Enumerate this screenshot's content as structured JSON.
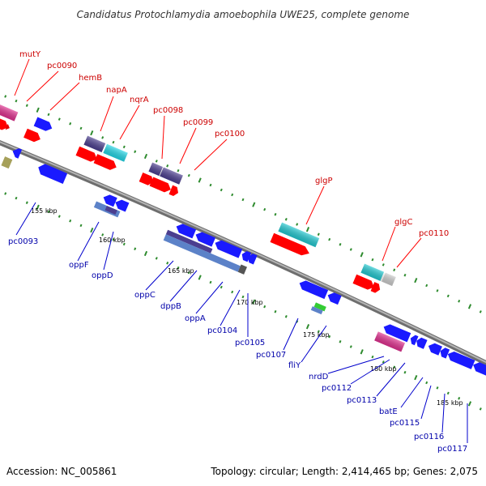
{
  "title": "Candidatus Protochlamydia amoebophila UWE25, complete genome",
  "footer": {
    "accession": "Accession: NC_005861",
    "summary": "Topology: circular; Length: 2,414,465 bp; Genes: 2,075"
  },
  "colors": {
    "backbone": "#8a8a8a",
    "tick": "#2e8b2e",
    "label_forward": "#cc0000",
    "label_reverse": "#0000aa"
  },
  "kbp_ticks": [
    "155 kbp",
    "160 kbp",
    "165 kbp",
    "170 kbp",
    "175 kbp",
    "180 kbp",
    "185 kbp"
  ],
  "labels_forward": [
    "mutY",
    "pc0090",
    "hemB",
    "napA",
    "nqrA",
    "pc0098",
    "pc0099",
    "pc0100",
    "glgP",
    "glgC",
    "pc0110"
  ],
  "labels_reverse": [
    "pc0093",
    "oppF",
    "oppD",
    "oppC",
    "dppB",
    "oppA",
    "pc0104",
    "pc0105",
    "pc0107",
    "fliY",
    "nrdD",
    "pc0112",
    "pc0113",
    "batE",
    "pc0115",
    "pc0116",
    "pc0117"
  ]
}
